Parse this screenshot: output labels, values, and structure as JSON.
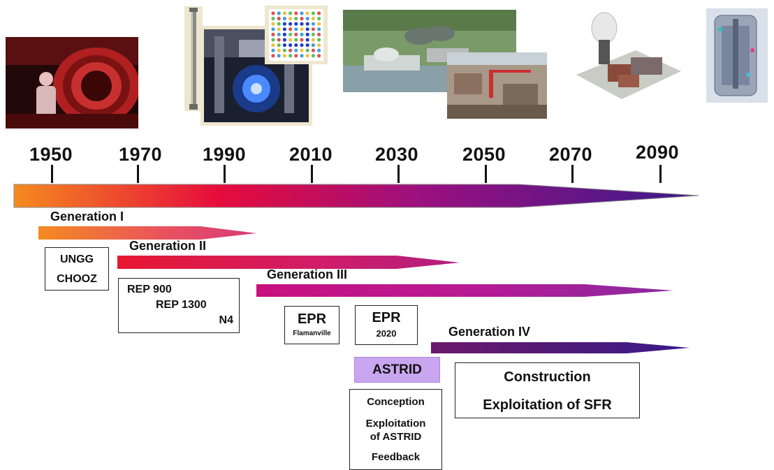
{
  "years": [
    "1950",
    "1970",
    "1990",
    "2010",
    "2030",
    "2050",
    "2070",
    "2090"
  ],
  "generations": {
    "gen1": "Generation I",
    "gen2": "Generation II",
    "gen3": "Generation III",
    "gen4": "Generation IV"
  },
  "boxes": {
    "ungg": {
      "line1": "UNGG",
      "line2": "CHOOZ"
    },
    "rep": {
      "line1": "REP 900",
      "line2": "REP 1300",
      "line3": "N4"
    },
    "epr_flamanville": {
      "title": "EPR",
      "sub": "Flamanville"
    },
    "epr_2020": {
      "title": "EPR",
      "sub": "2020"
    },
    "astrid": "ASTRID",
    "astrid_steps": {
      "line1": "Conception",
      "line2": "Exploitation",
      "line3": "of ASTRID",
      "line4": "Feedback"
    },
    "sfr": {
      "line1": "Construction",
      "line2": "Exploitation of SFR"
    }
  },
  "colors": {
    "timeline_start": "#f07a1a",
    "timeline_mid": "#e0103a",
    "timeline_end": "#3a1a8a",
    "astrid_fill": "#c9a6f0"
  },
  "images": [
    "gen1-reactor-worker-photo",
    "gen2-fuel-rod-photo",
    "gen2-reactor-core-photo",
    "gen2-fuel-assembly-map",
    "gen3-power-plant-aerial-photo",
    "gen3-construction-site-photo",
    "gen4-plant-3d-model",
    "gen4-reactor-vessel-diagram"
  ]
}
